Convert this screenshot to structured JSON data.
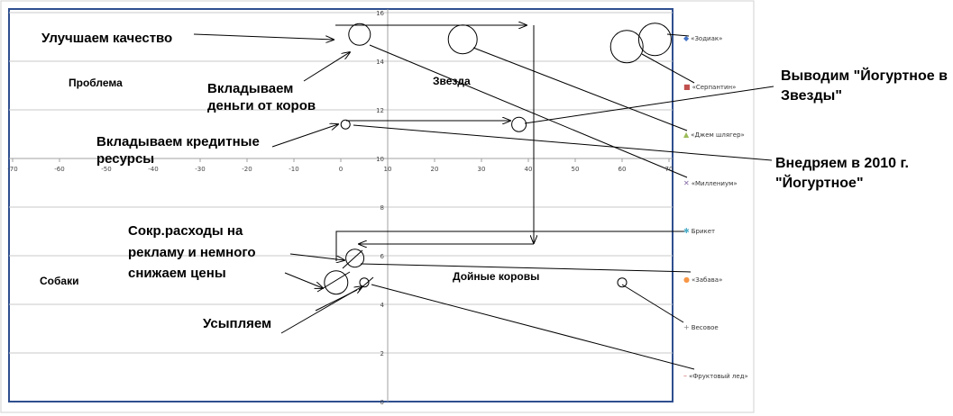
{
  "chart_data": {
    "type": "scatter",
    "title": "",
    "xlabel": "",
    "ylabel": "",
    "xlim": [
      -70,
      70
    ],
    "ylim": [
      0,
      16
    ],
    "x_ticks": [
      -70,
      -60,
      -50,
      -40,
      -30,
      -20,
      -10,
      0,
      10,
      20,
      30,
      40,
      50,
      60,
      70
    ],
    "x_tick_labels": [
      "-70",
      "-60",
      "-50",
      "-40",
      "-30",
      "-20",
      "-10",
      "0",
      "10",
      "20",
      "30",
      "40",
      "50",
      "60",
      "70"
    ],
    "y_ticks": [
      0,
      2,
      4,
      6,
      8,
      10,
      12,
      14,
      16
    ],
    "y_tick_labels": [
      "0",
      "2",
      "4",
      "6",
      "8",
      "10",
      "12",
      "14",
      "16"
    ],
    "x_axis_crosses_y": 10,
    "grid": true,
    "legend_position": "right",
    "legend": [
      {
        "name": "«Зодиак»",
        "marker": "◆",
        "color": "#4472c4"
      },
      {
        "name": "«Серпантин»",
        "marker": "■",
        "color": "#c0504d"
      },
      {
        "name": "«Джем шлягер»",
        "marker": "▲",
        "color": "#9bbb59"
      },
      {
        "name": "«Миллениум»",
        "marker": "✕",
        "color": "#8064a2"
      },
      {
        "name": "Брикет",
        "marker": "✱",
        "color": "#4bacc6"
      },
      {
        "name": "«Забава»",
        "marker": "●",
        "color": "#f79646"
      },
      {
        "name": "Весовое",
        "marker": "+",
        "color": "#7f7f7f"
      },
      {
        "name": "«Фруктовый лед»",
        "marker": "–",
        "color": "#c0504d"
      }
    ],
    "bubbles": [
      {
        "x": 4,
        "y": 15.1,
        "r": 12
      },
      {
        "x": 26,
        "y": 14.9,
        "r": 16
      },
      {
        "x": 61,
        "y": 14.6,
        "r": 18
      },
      {
        "x": 67,
        "y": 14.9,
        "r": 18
      },
      {
        "x": 1,
        "y": 11.4,
        "r": 5
      },
      {
        "x": 38,
        "y": 11.4,
        "r": 8
      },
      {
        "x": 3,
        "y": 5.9,
        "r": 10
      },
      {
        "x": -1,
        "y": 4.9,
        "r": 13
      },
      {
        "x": 5,
        "y": 4.9,
        "r": 5
      },
      {
        "x": 60,
        "y": 4.9,
        "r": 5
      }
    ]
  },
  "quadrants": {
    "problem": "Проблема",
    "star": "Звезда",
    "dogs": "Собаки",
    "cows": "Дойные коровы"
  },
  "annotations": {
    "improve_quality": "Улучшаем качество",
    "invest_line1": "Вкладываем",
    "invest_line2": "деньги от коров",
    "credit_line1": "Вкладываем кредитные",
    "credit_line2": "ресурсы",
    "cut_line1": "Сокр.расходы на",
    "cut_line2": "рекламу и немного",
    "cut_line3": "снижаем цены",
    "sleep": "Усыпляем",
    "output_line1": "Выводим \"Йогуртное в",
    "output_line2": "Звезды\"",
    "introduce_line1": "Внедряем в 2010 г.",
    "introduce_line2": "\"Йогуртное\""
  },
  "colors": {
    "plot_border": "#2f4f8f",
    "grid": "#c8c8c8",
    "axis": "#a0a0a0"
  }
}
